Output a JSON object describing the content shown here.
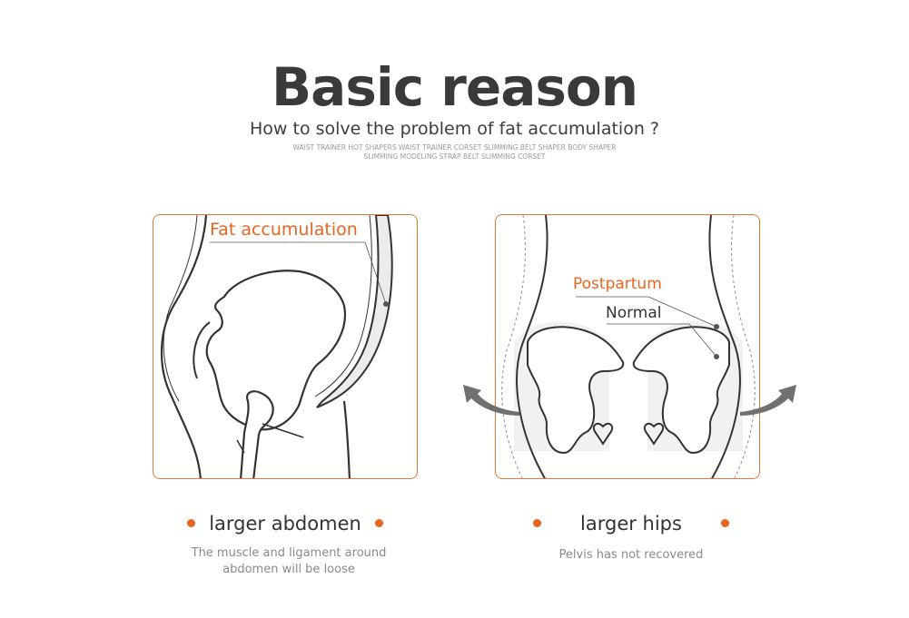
{
  "header": {
    "title": "Basic reason",
    "subtitle": "How to solve the problem of fat accumulation ?",
    "keywords_line1": "WAIST TRAINER HOT SHAPERS WAIST TRAINER CORSET SLIMMING BELT SHAPER BODY SHAPER",
    "keywords_line2": "SLIMMING MODELING STRAP BELT SLIMMING CORSET"
  },
  "left_panel": {
    "callout": "Fat accumulation",
    "caption": "larger abdomen",
    "description_line1": "The muscle and ligament around",
    "description_line2": "abdomen will be loose"
  },
  "right_panel": {
    "callout_postpartum": "Postpartum",
    "callout_normal": "Normal",
    "caption": "larger hips",
    "description": "Pelvis has not recovered"
  },
  "colors": {
    "accent": "#e8651f",
    "border": "#e07a38",
    "text_dark": "#333333",
    "text_muted": "#8a8a8a",
    "arrow": "#707070"
  },
  "icons": [
    "bullet-dot-icon",
    "expand-left-arrow-icon",
    "expand-right-arrow-icon"
  ]
}
